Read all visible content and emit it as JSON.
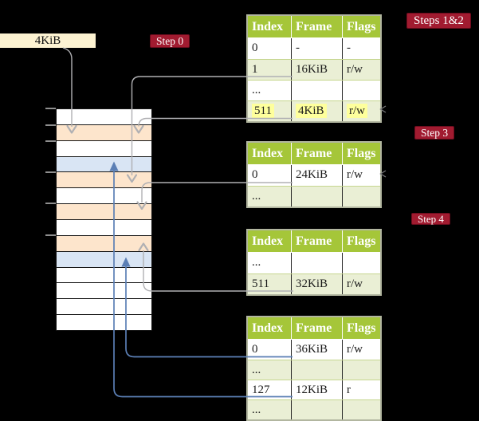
{
  "title_box": {
    "label": "4KiB"
  },
  "step_labels": {
    "step0": "Step 0",
    "steps12": "Steps 1&2",
    "step3": "Step 3",
    "step4": "Step 4"
  },
  "memory": {
    "rows": [
      {
        "color": "#ffffff"
      },
      {
        "color": "#fde5cc"
      },
      {
        "color": "#ffffff"
      },
      {
        "color": "#d9e5f4"
      },
      {
        "color": "#fde5cc"
      },
      {
        "color": "#ffffff"
      },
      {
        "color": "#fde5cc"
      },
      {
        "color": "#ffffff"
      },
      {
        "color": "#fde5cc"
      },
      {
        "color": "#d9e5f4"
      },
      {
        "color": "#ffffff"
      },
      {
        "color": "#ffffff"
      },
      {
        "color": "#ffffff"
      },
      {
        "color": "#ffffff"
      }
    ]
  },
  "tables": [
    {
      "headers": [
        "Index",
        "Frame",
        "Flags"
      ],
      "rows": [
        {
          "cells": [
            "0",
            "-",
            "-"
          ]
        },
        {
          "cells": [
            "1",
            "16KiB",
            "r/w"
          ]
        },
        {
          "cells": [
            "...",
            "",
            ""
          ]
        },
        {
          "cells": [
            "511",
            "4KiB",
            "r/w"
          ],
          "highlighted": true
        }
      ]
    },
    {
      "headers": [
        "Index",
        "Frame",
        "Flags"
      ],
      "rows": [
        {
          "cells": [
            "0",
            "24KiB",
            "r/w"
          ]
        },
        {
          "cells": [
            "...",
            "",
            ""
          ]
        }
      ]
    },
    {
      "headers": [
        "Index",
        "Frame",
        "Flags"
      ],
      "rows": [
        {
          "cells": [
            "...",
            "",
            ""
          ]
        },
        {
          "cells": [
            "511",
            "32KiB",
            "r/w"
          ]
        }
      ]
    },
    {
      "headers": [
        "Index",
        "Frame",
        "Flags"
      ],
      "rows": [
        {
          "cells": [
            "0",
            "36KiB",
            "r/w"
          ]
        },
        {
          "cells": [
            "...",
            "",
            ""
          ]
        },
        {
          "cells": [
            "127",
            "12KiB",
            "r"
          ]
        },
        {
          "cells": [
            "...",
            "",
            ""
          ]
        }
      ]
    }
  ],
  "colors": {
    "background": "#000000",
    "header_green": "#a5c639",
    "row_shade": "#eaefd5",
    "mem_orange": "#fde5cc",
    "mem_blue": "#d9e5f4",
    "label_red": "#a11b30",
    "box_cream": "#fdf3d2",
    "highlight": "#feff9c",
    "arrow_gray": "#b0b0b3",
    "arrow_blue": "#5b7fb5"
  }
}
